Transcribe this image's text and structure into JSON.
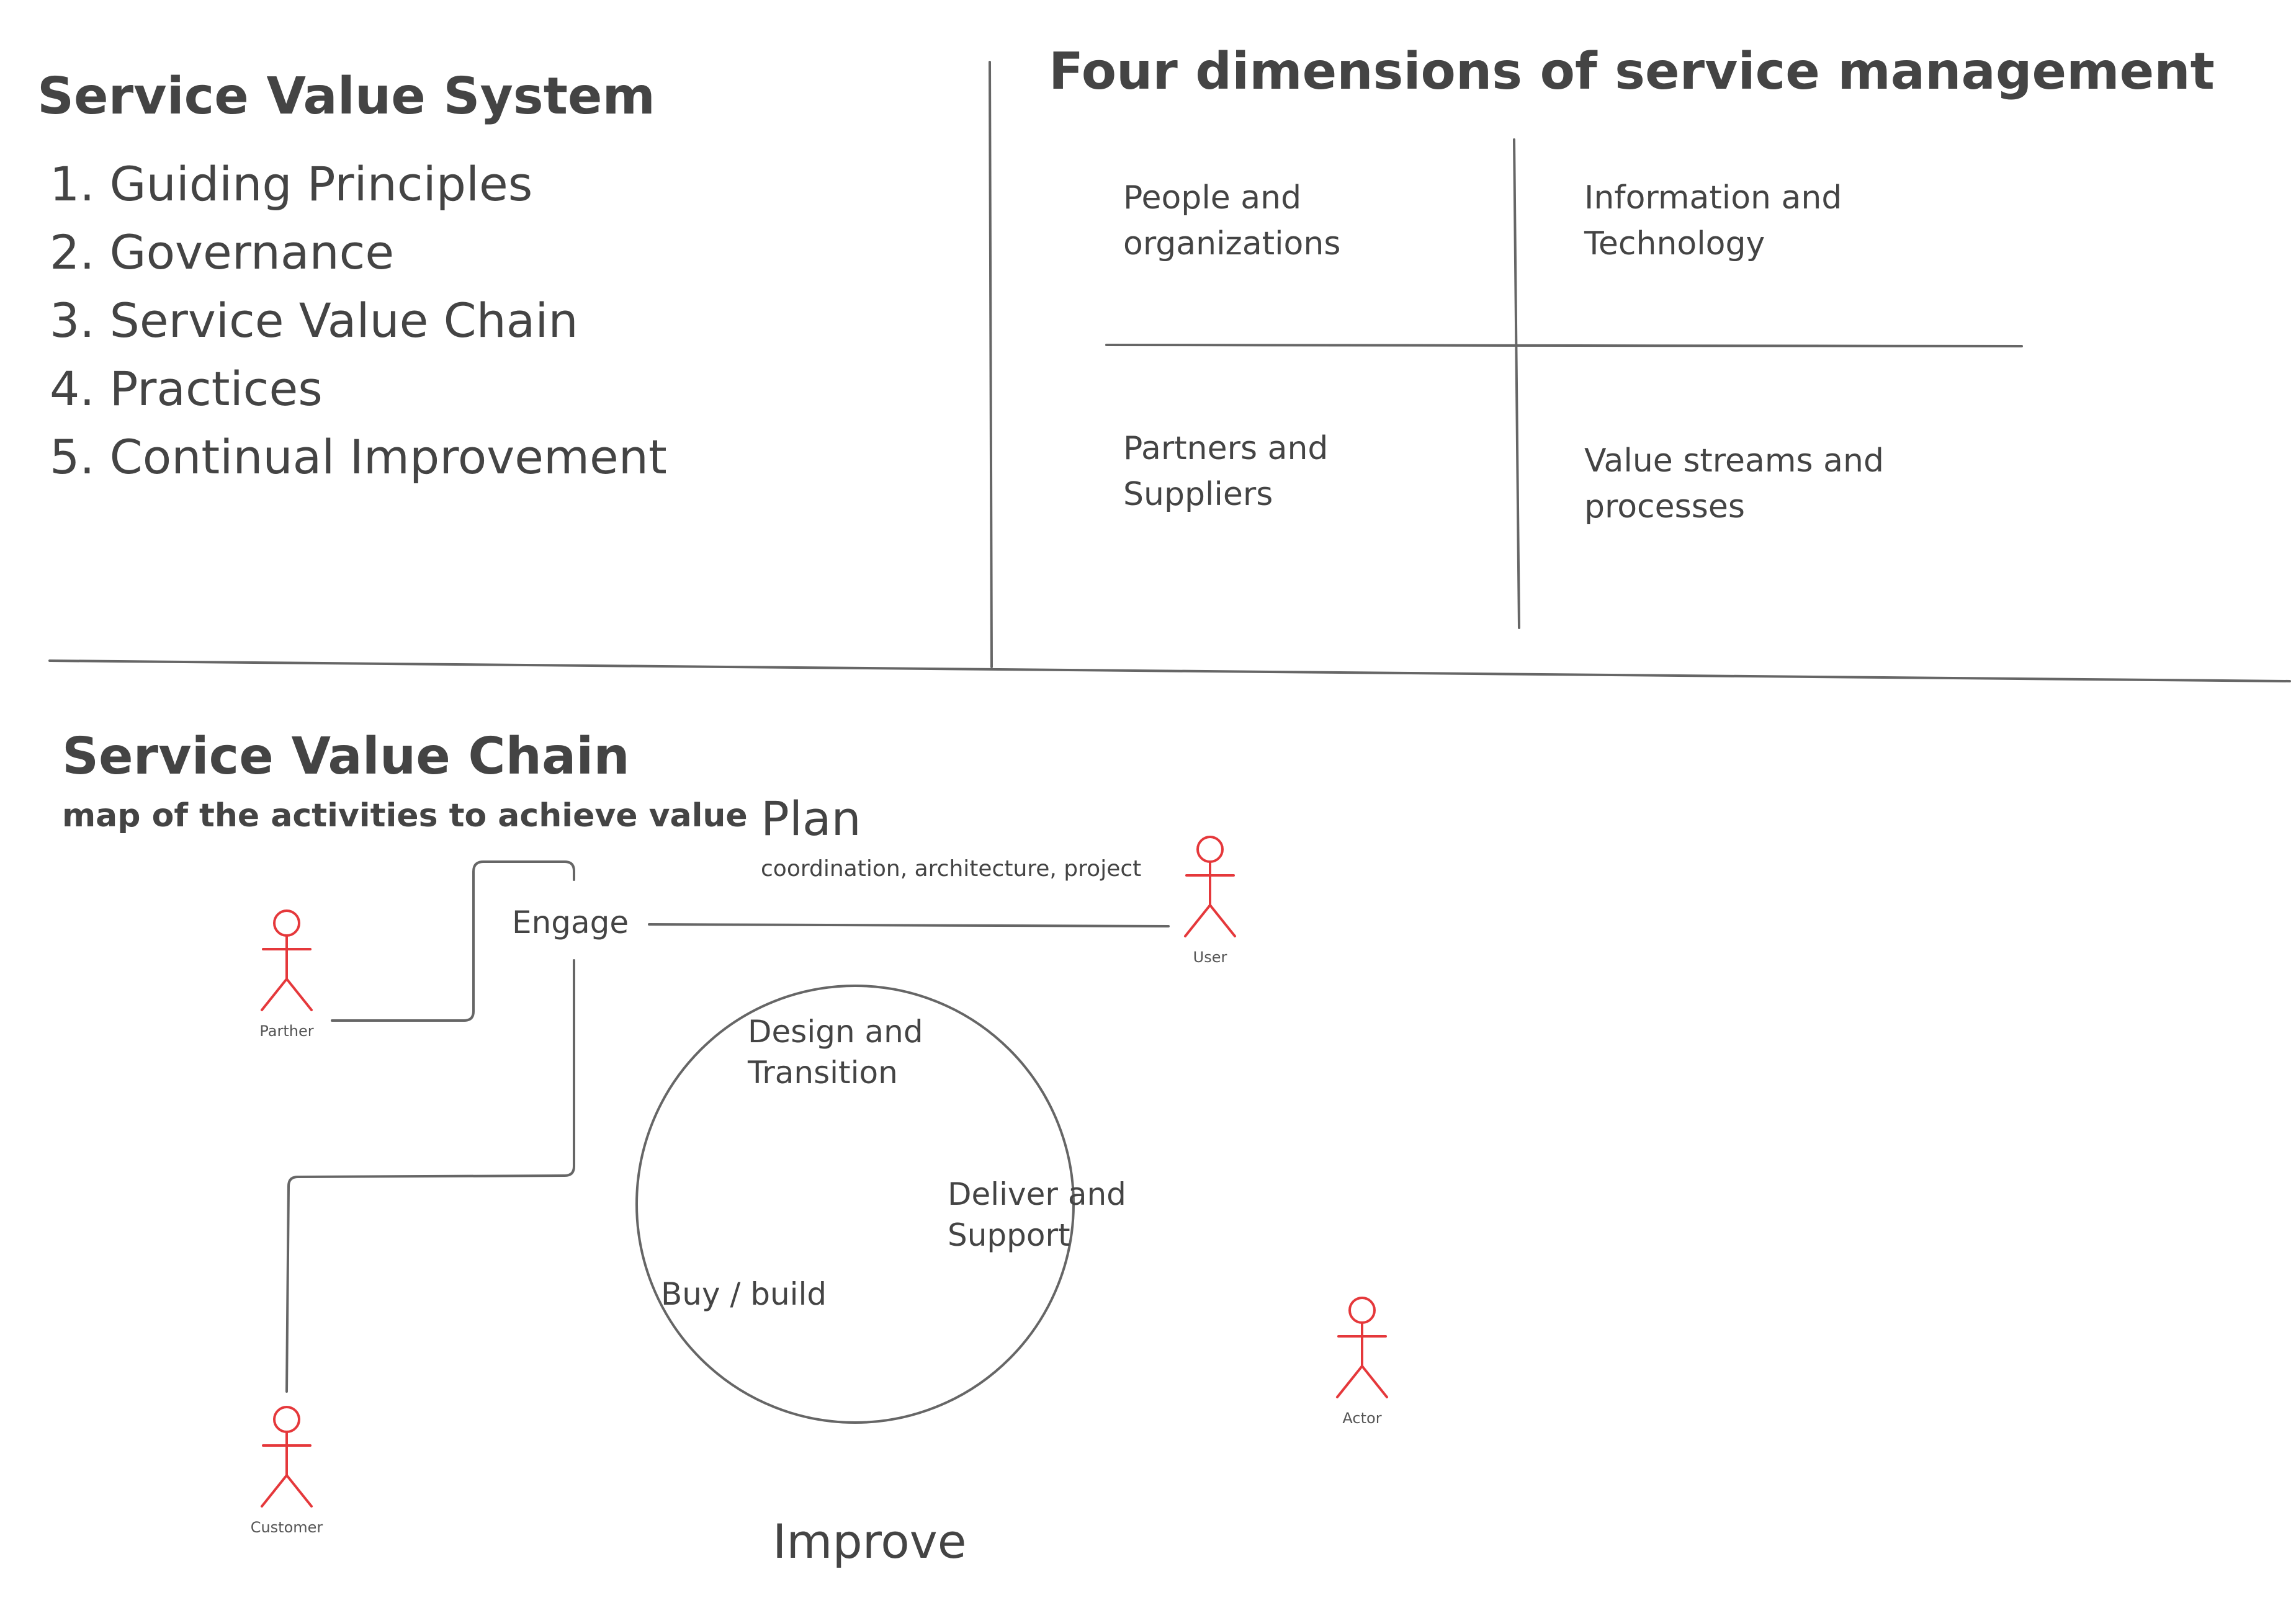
{
  "colors": {
    "text": "#444444",
    "lines": "#666666",
    "actor": "#e5383b",
    "background": "#ffffff"
  },
  "svs": {
    "title": "Service Value System",
    "items": [
      "1. Guiding Principles",
      "2. Governance",
      "3. Service Value Chain",
      "4. Practices",
      "5. Continual Improvement"
    ]
  },
  "four_dimensions": {
    "title": "Four dimensions of service management",
    "quadrants": {
      "top_left": "People and organizations",
      "top_right": "Information and Technology",
      "bottom_left": "Partners  and Suppliers",
      "bottom_right": "Value streams and processes"
    }
  },
  "svc": {
    "title": "Service Value Chain",
    "subtitle": "map of the activities to achieve value",
    "plan": "Plan",
    "plan_detail": "coordination, architecture, project",
    "engage": "Engage",
    "design": "Design and Transition",
    "deliver": "Deliver and Support",
    "buy": "Buy / build",
    "improve": "Improve"
  },
  "actors": {
    "partner": "Parther",
    "user": "User",
    "customer": "Customer",
    "actor": "Actor"
  }
}
